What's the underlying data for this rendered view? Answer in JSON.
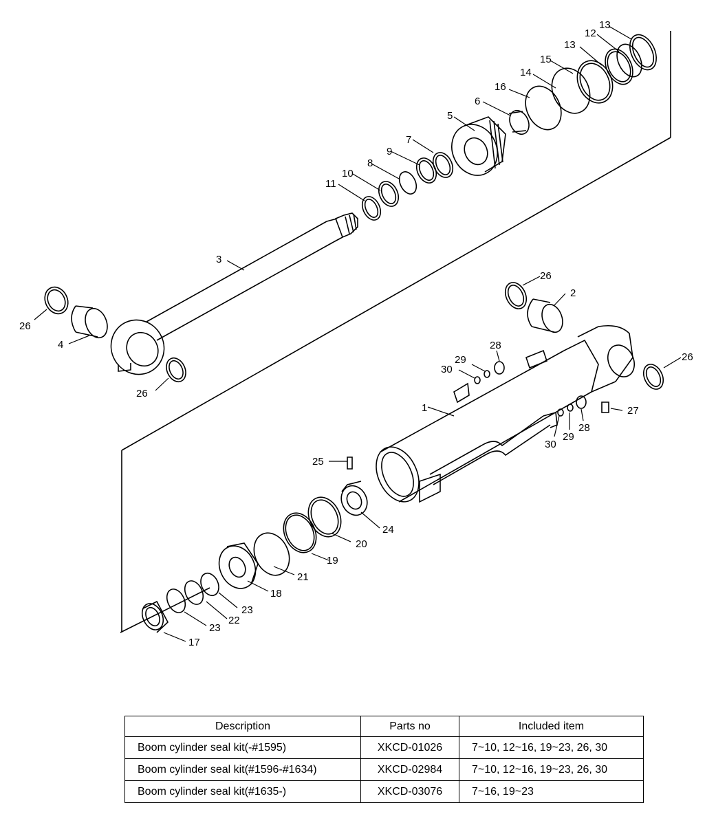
{
  "callouts": {
    "c1": "1",
    "c2": "2",
    "c3": "3",
    "c4": "4",
    "c5": "5",
    "c6": "6",
    "c7": "7",
    "c8": "8",
    "c9": "9",
    "c10": "10",
    "c11": "11",
    "c12": "12",
    "c13a": "13",
    "c13b": "13",
    "c14": "14",
    "c15": "15",
    "c16": "16",
    "c17": "17",
    "c18": "18",
    "c19": "19",
    "c20": "20",
    "c21": "21",
    "c22": "22",
    "c23a": "23",
    "c23b": "23",
    "c24": "24",
    "c25": "25",
    "c26a": "26",
    "c26b": "26",
    "c26c": "26",
    "c26d": "26",
    "c27": "27",
    "c28a": "28",
    "c28b": "28",
    "c29a": "29",
    "c29b": "29",
    "c30a": "30",
    "c30b": "30"
  },
  "table": {
    "headers": [
      "Description",
      "Parts no",
      "Included item"
    ],
    "rows": [
      [
        "Boom cylinder seal kit(-#1595)",
        "XKCD-01026",
        "7~10, 12~16, 19~23, 26, 30"
      ],
      [
        "Boom cylinder seal kit(#1596-#1634)",
        "XKCD-02984",
        "7~10, 12~16, 19~23, 26, 30"
      ],
      [
        "Boom cylinder seal kit(#1635-)",
        "XKCD-03076",
        "7~16, 19~23"
      ]
    ]
  }
}
